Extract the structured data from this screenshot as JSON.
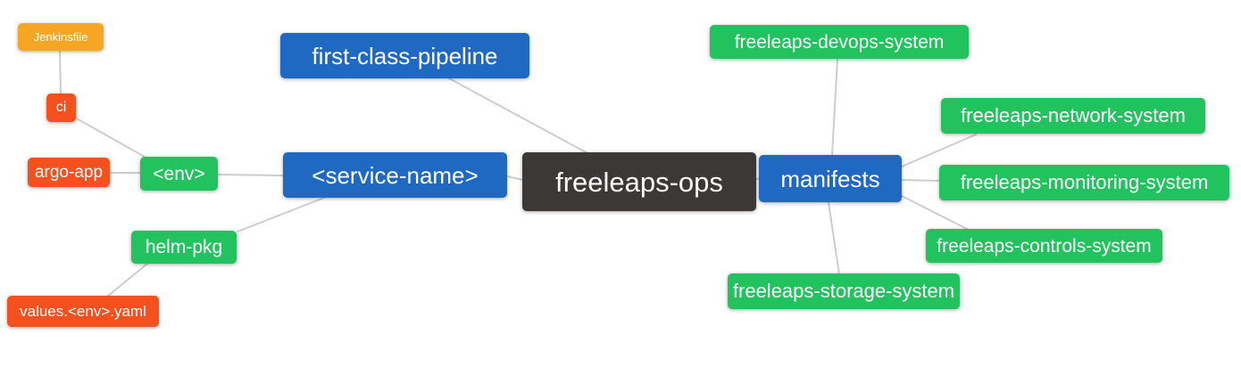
{
  "colors": {
    "root_node": "#3b3836",
    "primary_node": "#1f69c3",
    "green_node": "#22c25f",
    "orange_node": "#f6a623",
    "red_node": "#f4511e",
    "edge_line": "#cdcdcd",
    "background": "#ffffff",
    "node_text": "#ffffff"
  },
  "nodes": {
    "root": {
      "label": "freeleaps-ops"
    },
    "first_class_pipeline": {
      "label": "first-class-pipeline"
    },
    "service_name": {
      "label": "<service-name>"
    },
    "env": {
      "label": "<env>"
    },
    "ci": {
      "label": "ci"
    },
    "jenkinsfile": {
      "label": "Jenkinsfile"
    },
    "argo_app": {
      "label": "argo-app"
    },
    "helm_pkg": {
      "label": "helm-pkg"
    },
    "values_yaml": {
      "label": "values.<env>.yaml"
    },
    "manifests": {
      "label": "manifests"
    },
    "devops_system": {
      "label": "freeleaps-devops-system"
    },
    "network_system": {
      "label": "freeleaps-network-system"
    },
    "monitoring_system": {
      "label": "freeleaps-monitoring-system"
    },
    "controls_system": {
      "label": "freeleaps-controls-system"
    },
    "storage_system": {
      "label": "freeleaps-storage-system"
    }
  },
  "edges": [
    {
      "from": "Jenkinsfile",
      "to": "ci"
    },
    {
      "from": "ci",
      "to": "<env>"
    },
    {
      "from": "argo-app",
      "to": "<env>"
    },
    {
      "from": "<env>",
      "to": "<service-name>"
    },
    {
      "from": "helm-pkg",
      "to": "<service-name>"
    },
    {
      "from": "values.<env>.yaml",
      "to": "helm-pkg"
    },
    {
      "from": "first-class-pipeline",
      "to": "freeleaps-ops"
    },
    {
      "from": "<service-name>",
      "to": "freeleaps-ops"
    },
    {
      "from": "freeleaps-ops",
      "to": "manifests"
    },
    {
      "from": "manifests",
      "to": "freeleaps-devops-system"
    },
    {
      "from": "manifests",
      "to": "freeleaps-network-system"
    },
    {
      "from": "manifests",
      "to": "freeleaps-monitoring-system"
    },
    {
      "from": "manifests",
      "to": "freeleaps-controls-system"
    },
    {
      "from": "manifests",
      "to": "freeleaps-storage-system"
    }
  ]
}
